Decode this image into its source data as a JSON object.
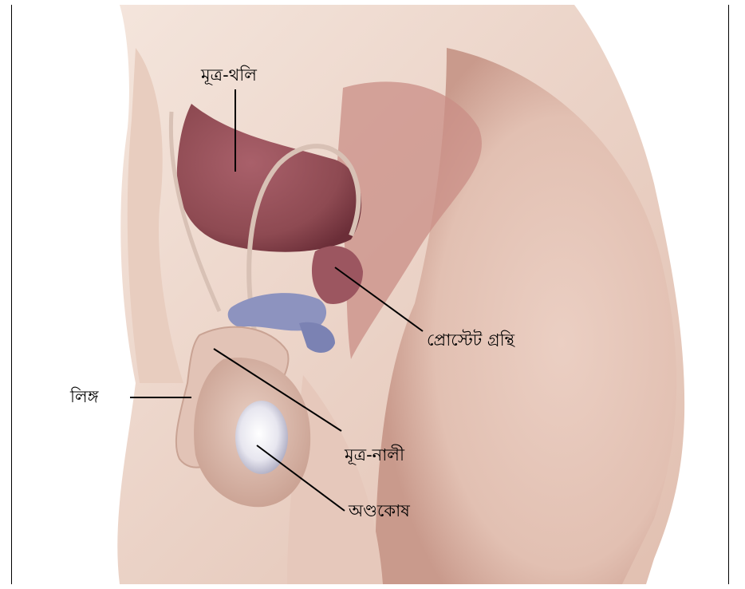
{
  "diagram": {
    "labels": {
      "bladder": "মূত্র-থলি",
      "prostate": "প্রোস্টেট গ্রন্থি",
      "penis": "লিঙ্গ",
      "urethra": "মূত্র-নালী",
      "testis": "অণ্ডকোষ"
    },
    "colors": {
      "skin_light": "#f1ddd3",
      "skin_mid": "#e3c2b4",
      "skin_shadow": "#c99a8c",
      "bladder": "#8e4a52",
      "bladder_dark": "#6b2e38",
      "seminal": "#8d93bf",
      "testis": "#e7e6ef",
      "leader_line": "#000000",
      "frame": "#000000"
    }
  }
}
